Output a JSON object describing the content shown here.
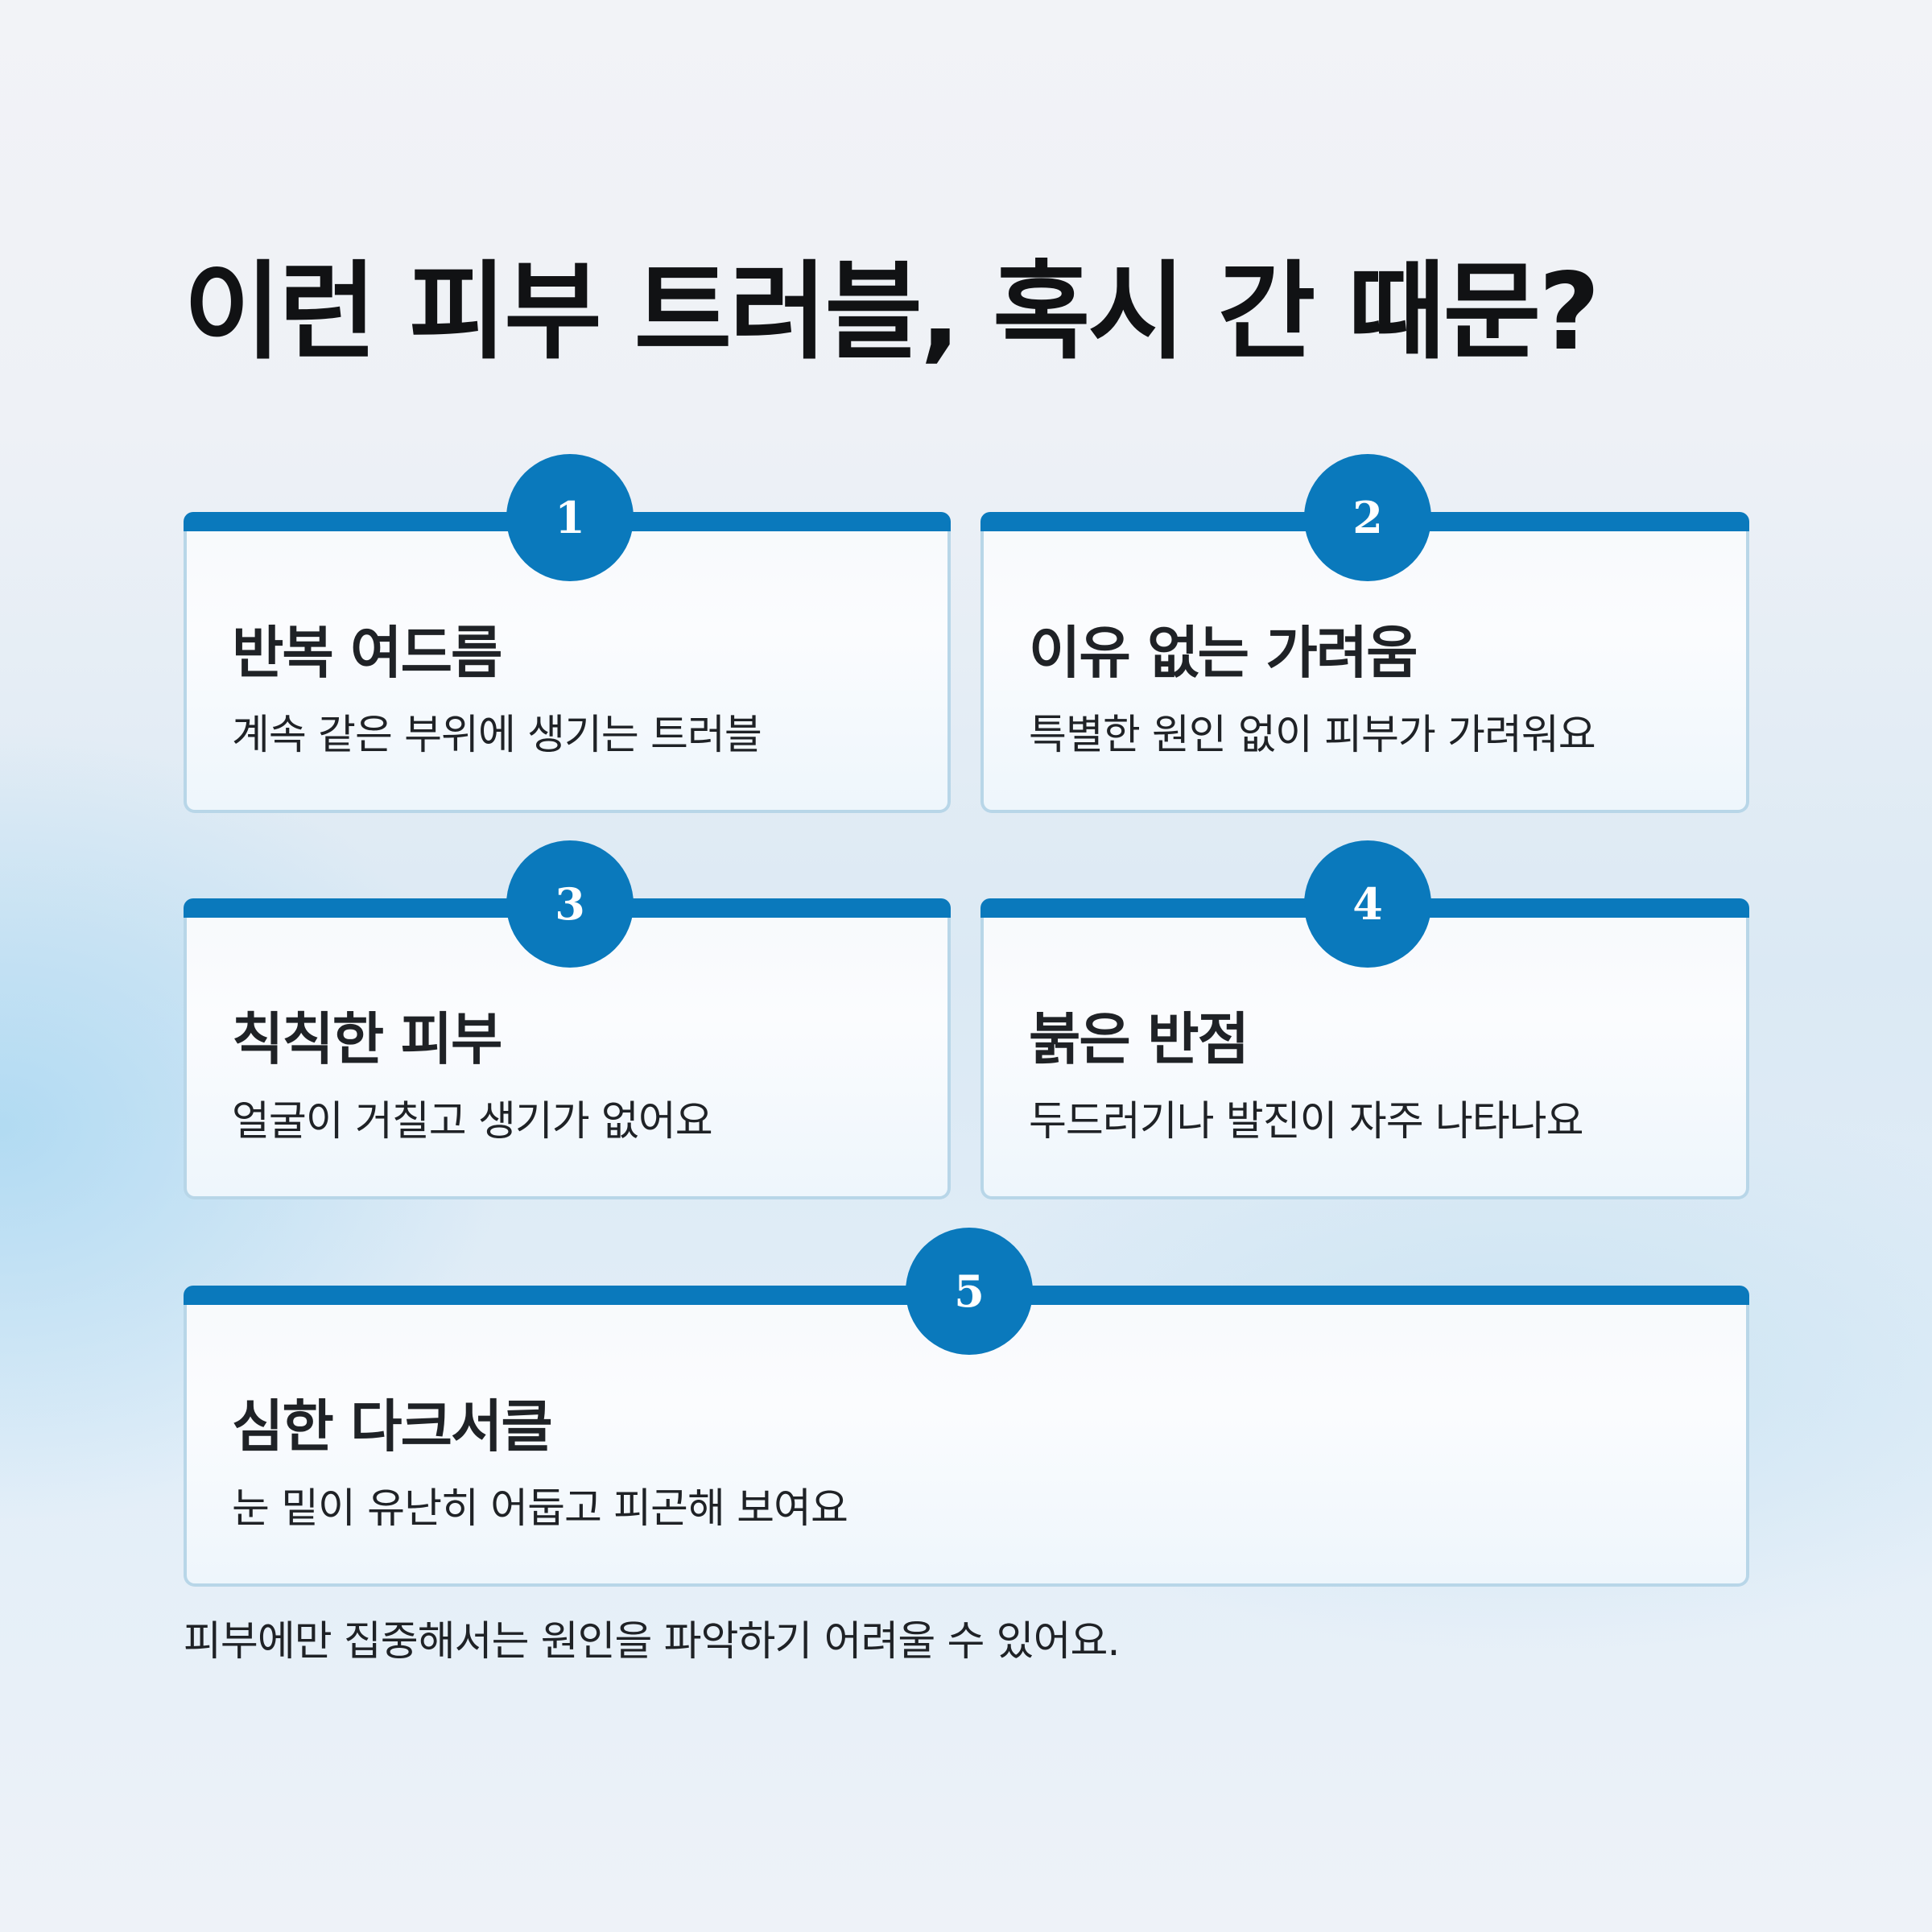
{
  "headline": "이런 피부 트러블, 혹시 간 때문?",
  "cards": [
    {
      "number": "1",
      "title": "반복 여드름",
      "description": "계속 같은 부위에 생기는 트러블"
    },
    {
      "number": "2",
      "title": "이유 없는 가려움",
      "description": "특별한 원인 없이 피부가 가려워요"
    },
    {
      "number": "3",
      "title": "칙칙한 피부",
      "description": "얼굴이 거칠고 생기가 없어요"
    },
    {
      "number": "4",
      "title": "붉은 반점",
      "description": "두드러기나 발진이 자주 나타나요"
    },
    {
      "number": "5",
      "title": "심한 다크서클",
      "description": "눈 밑이 유난히 어둡고 피곤해 보여요"
    }
  ],
  "footnote": "피부에만 집중해서는 원인을 파악하기 어려울 수 있어요.",
  "colors": {
    "accent": "#0a79bc",
    "card_border": "#b8d6e8",
    "text": "#1f2226"
  }
}
